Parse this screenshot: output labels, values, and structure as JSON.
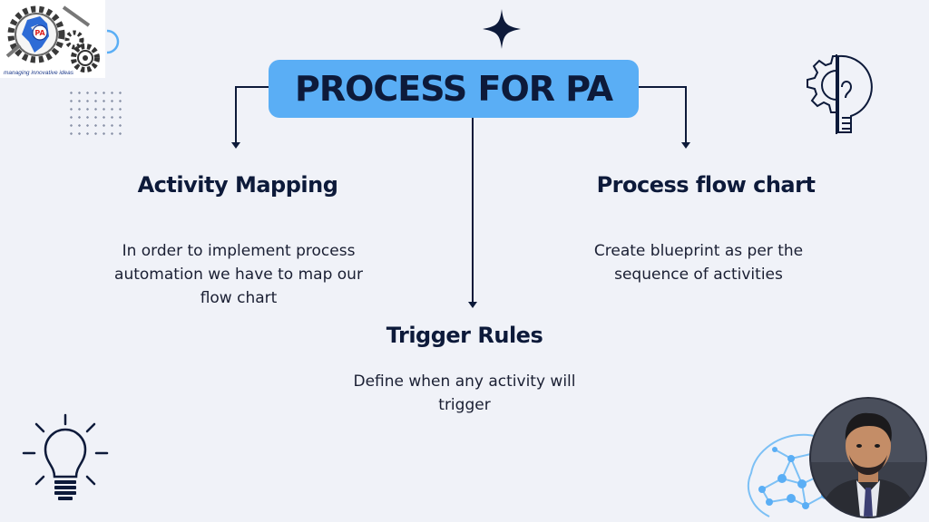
{
  "logo": {
    "tagline": "managing innovative ideas",
    "badge_text": "PA"
  },
  "title": "PROCESS FOR PA",
  "left": {
    "heading": "Activity Mapping",
    "lines": [
      "In order to implement process",
      "automation we have to map our",
      "flow chart"
    ]
  },
  "center": {
    "heading": "Trigger Rules",
    "lines": [
      "Define when any activity will",
      "trigger"
    ]
  },
  "right": {
    "heading": "Process flow chart",
    "lines": [
      "Create blueprint as per the",
      "sequence of activities"
    ]
  },
  "colors": {
    "background": "#f0f2f8",
    "title_pill": "#5aaef5",
    "navy": "#0d1a3a",
    "accent_blue": "#5aaef5"
  },
  "icons": [
    "sparkle-icon",
    "gear-lightbulb-icon",
    "lightbulb-icon",
    "brain-network-icon",
    "presenter-avatar"
  ]
}
